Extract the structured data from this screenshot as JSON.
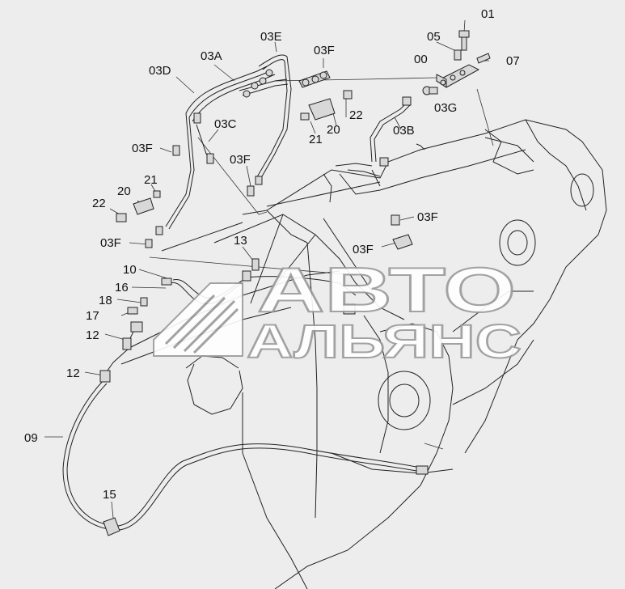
{
  "labels": {
    "p01": "01",
    "p05": "05",
    "p07": "07",
    "p00": "00",
    "p03G": "03G",
    "p03E": "03E",
    "p03F_top": "03F",
    "p03A": "03A",
    "p03D": "03D",
    "p22_top": "22",
    "p20_top": "20",
    "p21_top": "21",
    "p03B": "03B",
    "p03C": "03C",
    "p03F_left": "03F",
    "p03F_mid": "03F",
    "p21_left": "21",
    "p20_left": "20",
    "p22_left": "22",
    "p03F_right1": "03F",
    "p03F_lower": "03F",
    "p03F_right2": "03F",
    "p13": "13",
    "p10": "10",
    "p16": "16",
    "p18": "18",
    "p17": "17",
    "p12_a": "12",
    "p12_b": "12",
    "p09": "09",
    "p15": "15"
  },
  "watermark": {
    "line1": "АВТО",
    "line2": "АЛЬЯНС"
  }
}
